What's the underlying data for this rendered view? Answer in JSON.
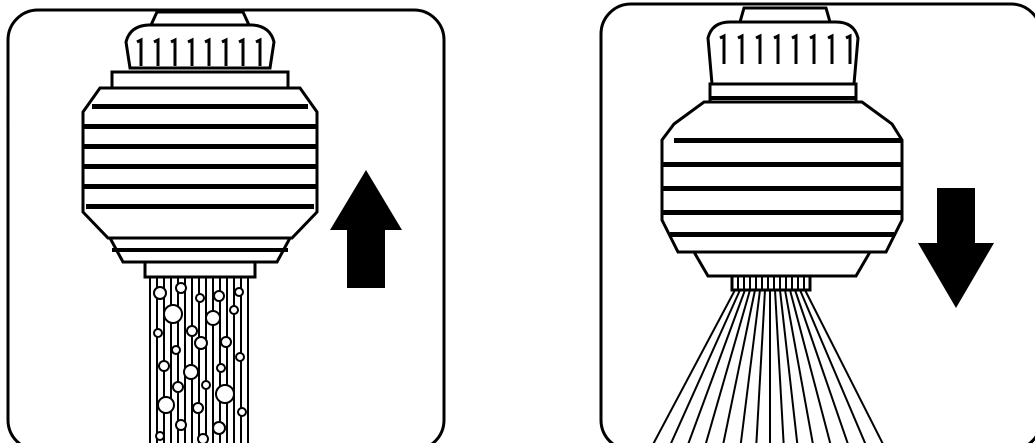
{
  "colors": {
    "ink": "#000000",
    "paper": "#ffffff"
  },
  "panels": [
    {
      "icon": "aerator-bubbly-stream-icon",
      "mode": "aerated-stream",
      "arrow": "arrow-up-icon",
      "arrow_direction": "up"
    },
    {
      "icon": "aerator-spray-icon",
      "mode": "spray",
      "arrow": "arrow-down-icon",
      "arrow_direction": "down"
    }
  ]
}
